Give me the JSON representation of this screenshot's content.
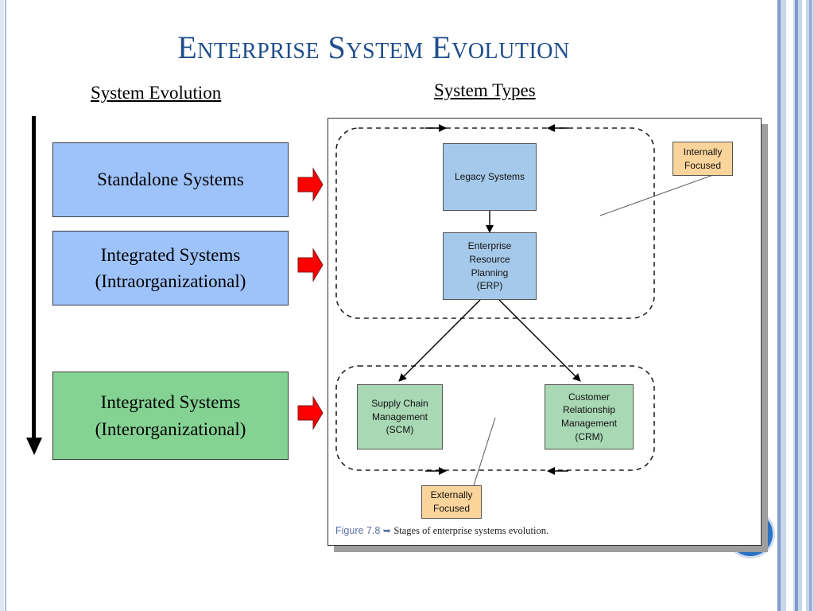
{
  "slide": {
    "title": "Enterprise System Evolution",
    "left_heading": "System Evolution",
    "right_heading": "System Types"
  },
  "stages": [
    {
      "label_line1": "Standalone Systems",
      "label_line2": ""
    },
    {
      "label_line1": "Integrated Systems",
      "label_line2": "(Intraorganizational)"
    },
    {
      "label_line1": "Integrated Systems",
      "label_line2": "(Interorganizational)"
    }
  ],
  "figure": {
    "legacy": "Legacy Systems",
    "erp": [
      "Enterprise",
      "Resource",
      "Planning",
      "(ERP)"
    ],
    "scm": [
      "Supply Chain",
      "Management",
      "(SCM)"
    ],
    "crm": [
      "Customer",
      "Relationship",
      "Management",
      "(CRM)"
    ],
    "internal_label": [
      "Internally",
      "Focused"
    ],
    "external_label": [
      "Externally",
      "Focused"
    ],
    "caption_number": "Figure 7.8",
    "caption_mark": "➥",
    "caption_text": "Stages of enterprise systems evolution."
  },
  "colors": {
    "title": "#1f4e8c",
    "stage_blue": "#9ec3fb",
    "stage_green": "#84d393",
    "arrow_red": "#ff0000",
    "legacy_erp_fill": "#a5c9ea",
    "scm_crm_fill": "#a8d8b4",
    "focus_label_fill": "#fad49a"
  }
}
